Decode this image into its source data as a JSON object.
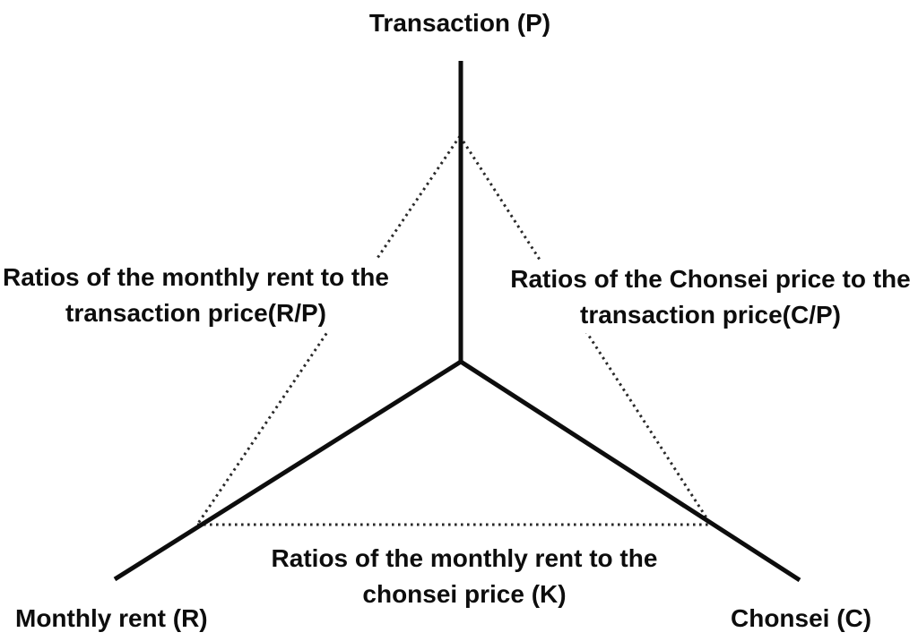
{
  "diagram": {
    "type": "ternary-relationship-diagram",
    "nodes": {
      "top": {
        "id": "P",
        "label": "Transaction (P)"
      },
      "bottom_left": {
        "id": "R",
        "label": "Monthly rent (R)"
      },
      "bottom_right": {
        "id": "C",
        "label": "Chonsei (C)"
      }
    },
    "edge_labels": {
      "left": {
        "line1": "Ratios of the monthly rent to the",
        "line2": "transaction price(R/P)"
      },
      "right": {
        "line1": "Ratios of the Chonsei price to the",
        "line2": "transaction price(C/P)"
      },
      "bottom": {
        "line1": "Ratios of the monthly rent to the",
        "line2": "chonsei price (K)"
      }
    },
    "colors": {
      "solid_line": "#0d0d0d",
      "dotted_line": "#2a2a2a",
      "text": "#0d0d0d",
      "background": "#ffffff"
    }
  }
}
